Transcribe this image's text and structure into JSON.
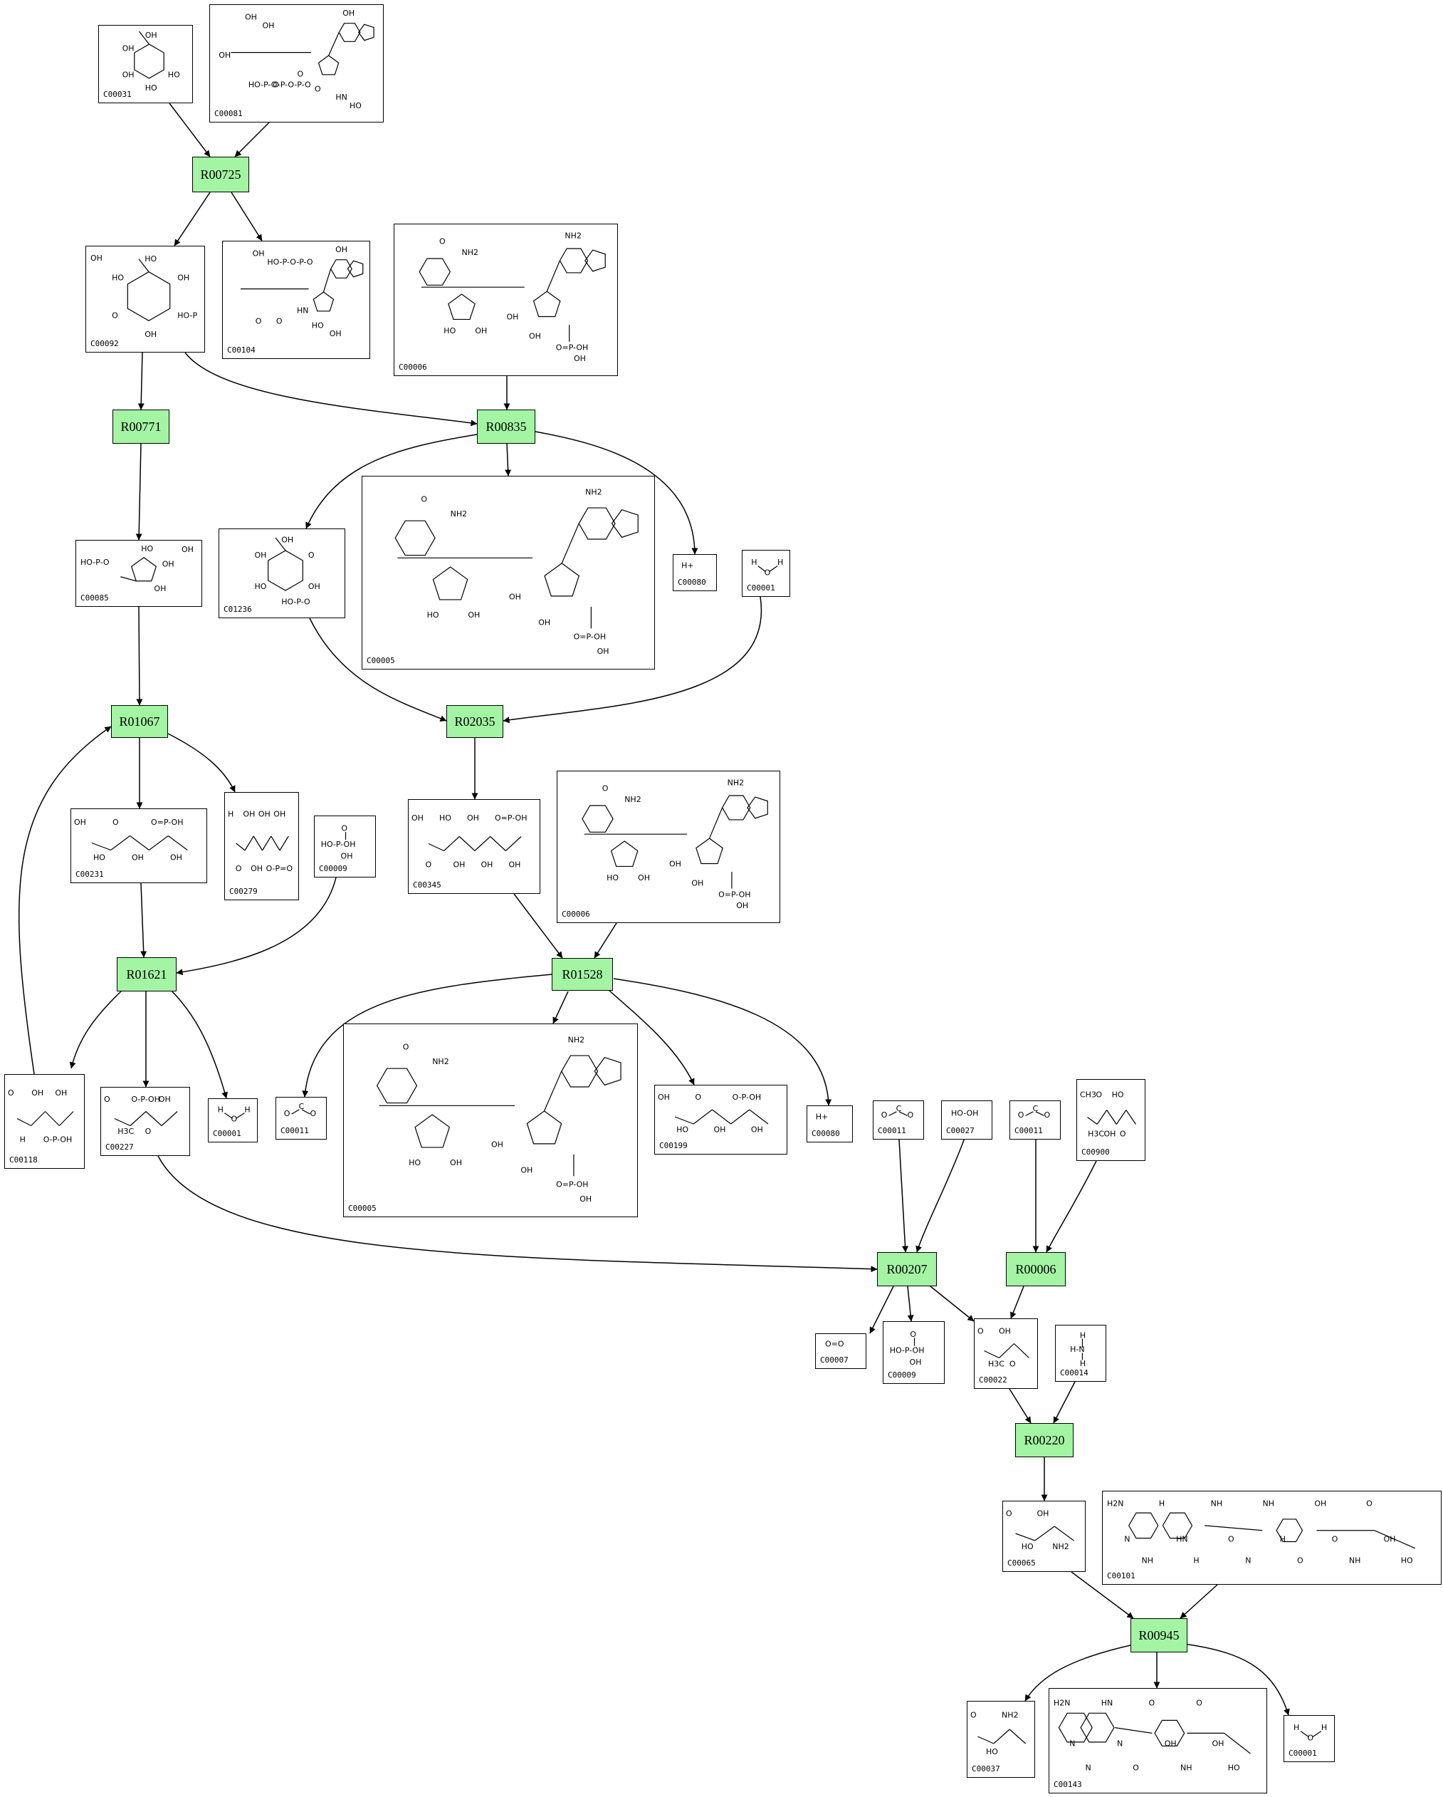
{
  "reactions": [
    {
      "id": "R00725"
    },
    {
      "id": "R00771"
    },
    {
      "id": "R00835"
    },
    {
      "id": "R01067"
    },
    {
      "id": "R02035"
    },
    {
      "id": "R01621"
    },
    {
      "id": "R01528"
    },
    {
      "id": "R00207"
    },
    {
      "id": "R00006"
    },
    {
      "id": "R00220"
    },
    {
      "id": "R00945"
    }
  ],
  "compounds": [
    {
      "key": "c00031",
      "id": "C00031",
      "structure": "pyranose",
      "labels": [
        "HO",
        "HO",
        "OH",
        "OH",
        "OH"
      ]
    },
    {
      "key": "c00081",
      "id": "C00081",
      "structure": "nucleotide",
      "labels": [
        "OH",
        "OH",
        "OH",
        "HO-P-O-P-O-P-O",
        "O",
        "O",
        "O",
        "HN",
        "HO",
        "OH"
      ]
    },
    {
      "key": "c00092",
      "id": "C00092",
      "structure": "pyranose",
      "labels": [
        "HO-P",
        "OH",
        "O",
        "HO",
        "HO",
        "OH",
        "OH"
      ]
    },
    {
      "key": "c00104",
      "id": "C00104",
      "structure": "nucleotide",
      "labels": [
        "OH",
        "OH",
        "HO-P-O-P-O",
        "O",
        "O",
        "HN",
        "HO",
        "OH"
      ]
    },
    {
      "key": "c00006a",
      "id": "C00006",
      "structure": "dinucleotide",
      "labels": [
        "NH2",
        "O",
        "NH2",
        "HO",
        "OH",
        "OH",
        "OH",
        "O=P-OH",
        "OH"
      ]
    },
    {
      "key": "c00085",
      "id": "C00085",
      "structure": "furanose",
      "labels": [
        "OH",
        "HO-P-O",
        "HO",
        "OH",
        "OH"
      ]
    },
    {
      "key": "c01236",
      "id": "C01236",
      "structure": "lactone",
      "labels": [
        "OH",
        "HO-P-O",
        "HO",
        "OH",
        "OH",
        "O"
      ]
    },
    {
      "key": "c00005a",
      "id": "C00005",
      "structure": "dinucleotide",
      "labels": [
        "NH2",
        "O",
        "NH2",
        "HO",
        "OH",
        "OH",
        "OH",
        "O=P-OH",
        "OH"
      ]
    },
    {
      "key": "c00080a",
      "id": "C00080",
      "structure": "ion",
      "labels": [
        "H+"
      ]
    },
    {
      "key": "c00001a",
      "id": "C00001",
      "structure": "water",
      "labels": [
        "H",
        "O",
        "H"
      ]
    },
    {
      "key": "c00231",
      "id": "C00231",
      "structure": "chain",
      "labels": [
        "OH",
        "HO",
        "O",
        "OH",
        "O=P-OH",
        "OH"
      ]
    },
    {
      "key": "c00279",
      "id": "C00279",
      "structure": "chain-v",
      "labels": [
        "H",
        "O",
        "OH",
        "OH",
        "OH",
        "O-P=O",
        "OH"
      ]
    },
    {
      "key": "c00009a",
      "id": "C00009",
      "structure": "phosphate",
      "labels": [
        "O",
        "HO-P-OH",
        "OH"
      ]
    },
    {
      "key": "c00345",
      "id": "C00345",
      "structure": "chain",
      "labels": [
        "OH",
        "O",
        "HO",
        "OH",
        "OH",
        "OH",
        "O=P-OH",
        "OH"
      ]
    },
    {
      "key": "c00006b",
      "id": "C00006",
      "structure": "dinucleotide",
      "labels": [
        "NH2",
        "O",
        "NH2",
        "HO",
        "OH",
        "OH",
        "OH",
        "O=P-OH",
        "OH"
      ]
    },
    {
      "key": "c00118",
      "id": "C00118",
      "structure": "chain-v",
      "labels": [
        "O",
        "H",
        "OH",
        "O-P-OH",
        "OH"
      ]
    },
    {
      "key": "c00227",
      "id": "C00227",
      "structure": "acyl",
      "labels": [
        "O",
        "H3C",
        "O-P-OH",
        "O",
        "OH"
      ]
    },
    {
      "key": "c00001b",
      "id": "C00001",
      "structure": "water",
      "labels": [
        "H",
        "O",
        "H"
      ]
    },
    {
      "key": "c00011a",
      "id": "C00011",
      "structure": "co2",
      "labels": [
        "O",
        "C",
        "O"
      ]
    },
    {
      "key": "c00005b",
      "id": "C00005",
      "structure": "dinucleotide",
      "labels": [
        "NH2",
        "O",
        "NH2",
        "HO",
        "OH",
        "OH",
        "OH",
        "O=P-OH",
        "OH"
      ]
    },
    {
      "key": "c00199",
      "id": "C00199",
      "structure": "chain",
      "labels": [
        "OH",
        "HO",
        "O",
        "OH",
        "O-P-OH",
        "OH"
      ]
    },
    {
      "key": "c00080b",
      "id": "C00080",
      "structure": "ion",
      "labels": [
        "H+"
      ]
    },
    {
      "key": "c00011b",
      "id": "C00011",
      "structure": "co2",
      "labels": [
        "O",
        "C",
        "O"
      ]
    },
    {
      "key": "c00027",
      "id": "C00027",
      "structure": "peroxide",
      "labels": [
        "HO-OH"
      ]
    },
    {
      "key": "c00011c",
      "id": "C00011",
      "structure": "co2",
      "labels": [
        "O",
        "C",
        "O"
      ]
    },
    {
      "key": "c00900",
      "id": "C00900",
      "structure": "acetolactate",
      "labels": [
        "CH3",
        "H3C",
        "O",
        "OH",
        "HO",
        "O"
      ]
    },
    {
      "key": "c00007",
      "id": "C00007",
      "structure": "dioxygen",
      "labels": [
        "O=O"
      ]
    },
    {
      "key": "c00009b",
      "id": "C00009",
      "structure": "phosphate",
      "labels": [
        "O",
        "HO-P-OH",
        "OH"
      ]
    },
    {
      "key": "c00022",
      "id": "C00022",
      "structure": "pyruvate",
      "labels": [
        "O",
        "H3C",
        "OH",
        "O"
      ]
    },
    {
      "key": "c00014",
      "id": "C00014",
      "structure": "ammonia",
      "labels": [
        "H",
        "H-N",
        "H"
      ]
    },
    {
      "key": "c00065",
      "id": "C00065",
      "structure": "aminoacid",
      "labels": [
        "O",
        "HO",
        "OH",
        "NH2"
      ]
    },
    {
      "key": "c00101",
      "id": "C00101",
      "structure": "folate",
      "labels": [
        "H2N",
        "N",
        "NH",
        "H",
        "HN",
        "H",
        "NH",
        "O",
        "N",
        "NH",
        "H",
        "O",
        "OH",
        "O",
        "NH",
        "O",
        "OH",
        "HO"
      ]
    },
    {
      "key": "c00037",
      "id": "C00037",
      "structure": "aminoacid",
      "labels": [
        "O",
        "HO",
        "NH2"
      ]
    },
    {
      "key": "c00143",
      "id": "C00143",
      "structure": "folate",
      "labels": [
        "H2N",
        "N",
        "N",
        "HN",
        "N",
        "O",
        "O",
        "OH",
        "NH",
        "O",
        "OH",
        "HO"
      ]
    },
    {
      "key": "c00001c",
      "id": "C00001",
      "structure": "water",
      "labels": [
        "H",
        "O",
        "H"
      ]
    }
  ]
}
